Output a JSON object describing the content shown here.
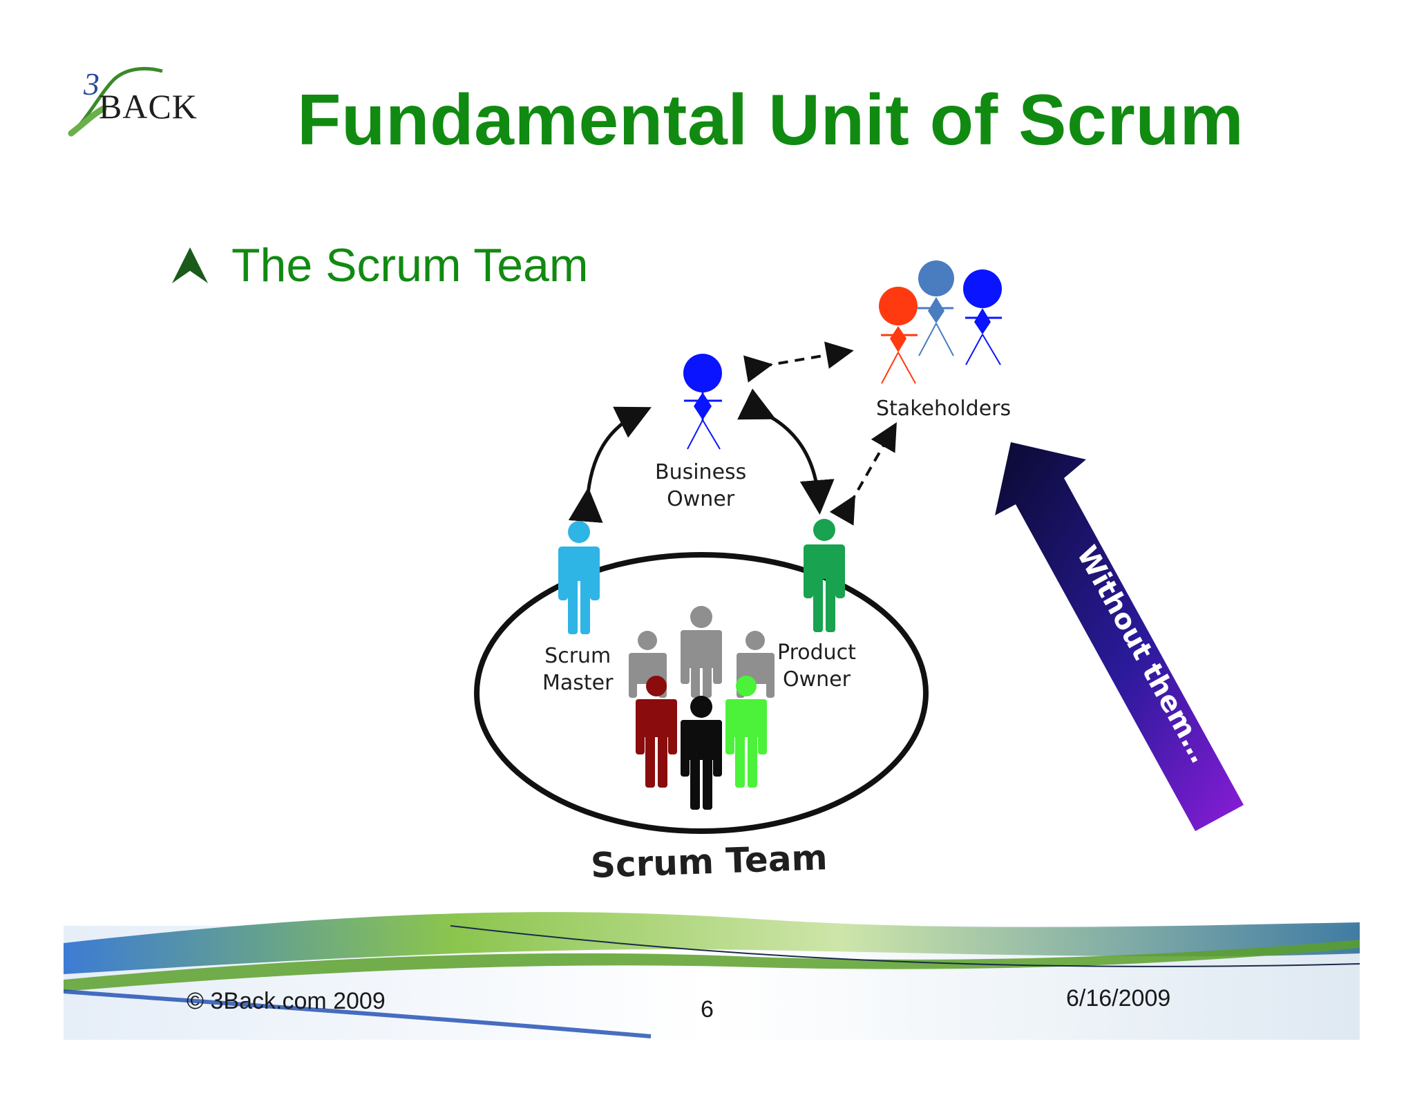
{
  "slide": {
    "logo_text": "BACK",
    "logo_numeral": "3",
    "title": "Fundamental Unit of Scrum",
    "bullet": "The Scrum Team"
  },
  "diagram": {
    "business_owner": [
      "Business",
      "Owner"
    ],
    "stakeholders": "Stakeholders",
    "scrum_master": [
      "Scrum",
      "Master"
    ],
    "product_owner": [
      "Product",
      "Owner"
    ],
    "scrum_team": "Scrum Team",
    "arrow_caption": "Without them…"
  },
  "footer": {
    "copyright": "© 3Back.com 2009",
    "page_number": "6",
    "date": "6/16/2009"
  },
  "colors": {
    "title_green": "#118a11",
    "business_owner_blue": "#0a14ff",
    "scrum_master_cyan": "#2fb4e6",
    "product_owner_green": "#19a24f",
    "stakeholder_red": "#ff3a10",
    "stakeholder_steel": "#4a7cc0",
    "arrow_top": "#0a0a30",
    "arrow_bottom": "#8a1cd8"
  }
}
